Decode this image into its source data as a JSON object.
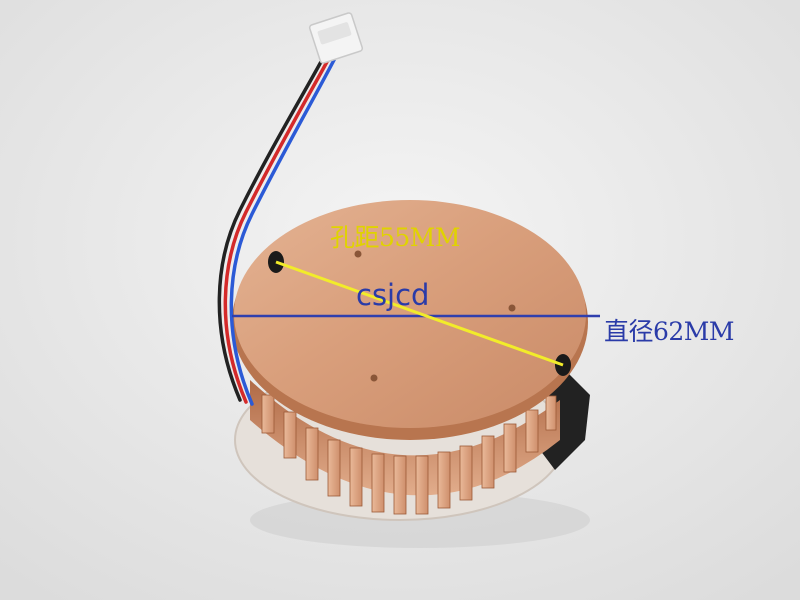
{
  "photo": {
    "subject": "fan-heatsink",
    "colors": {
      "background": "#ececec",
      "copper": "#d9a27f",
      "copper_dark": "#b3714e",
      "diameter_line": "#2f3fae",
      "hole_line": "#f2ec2a"
    },
    "annotations": {
      "hole_spacing": "孔距55MM",
      "diameter": "直径62MM",
      "watermark": "csjcd"
    },
    "label_colors": {
      "hole_spacing": "#e0d300",
      "diameter": "#2a3ba8",
      "watermark": "#2a3ba8"
    }
  }
}
